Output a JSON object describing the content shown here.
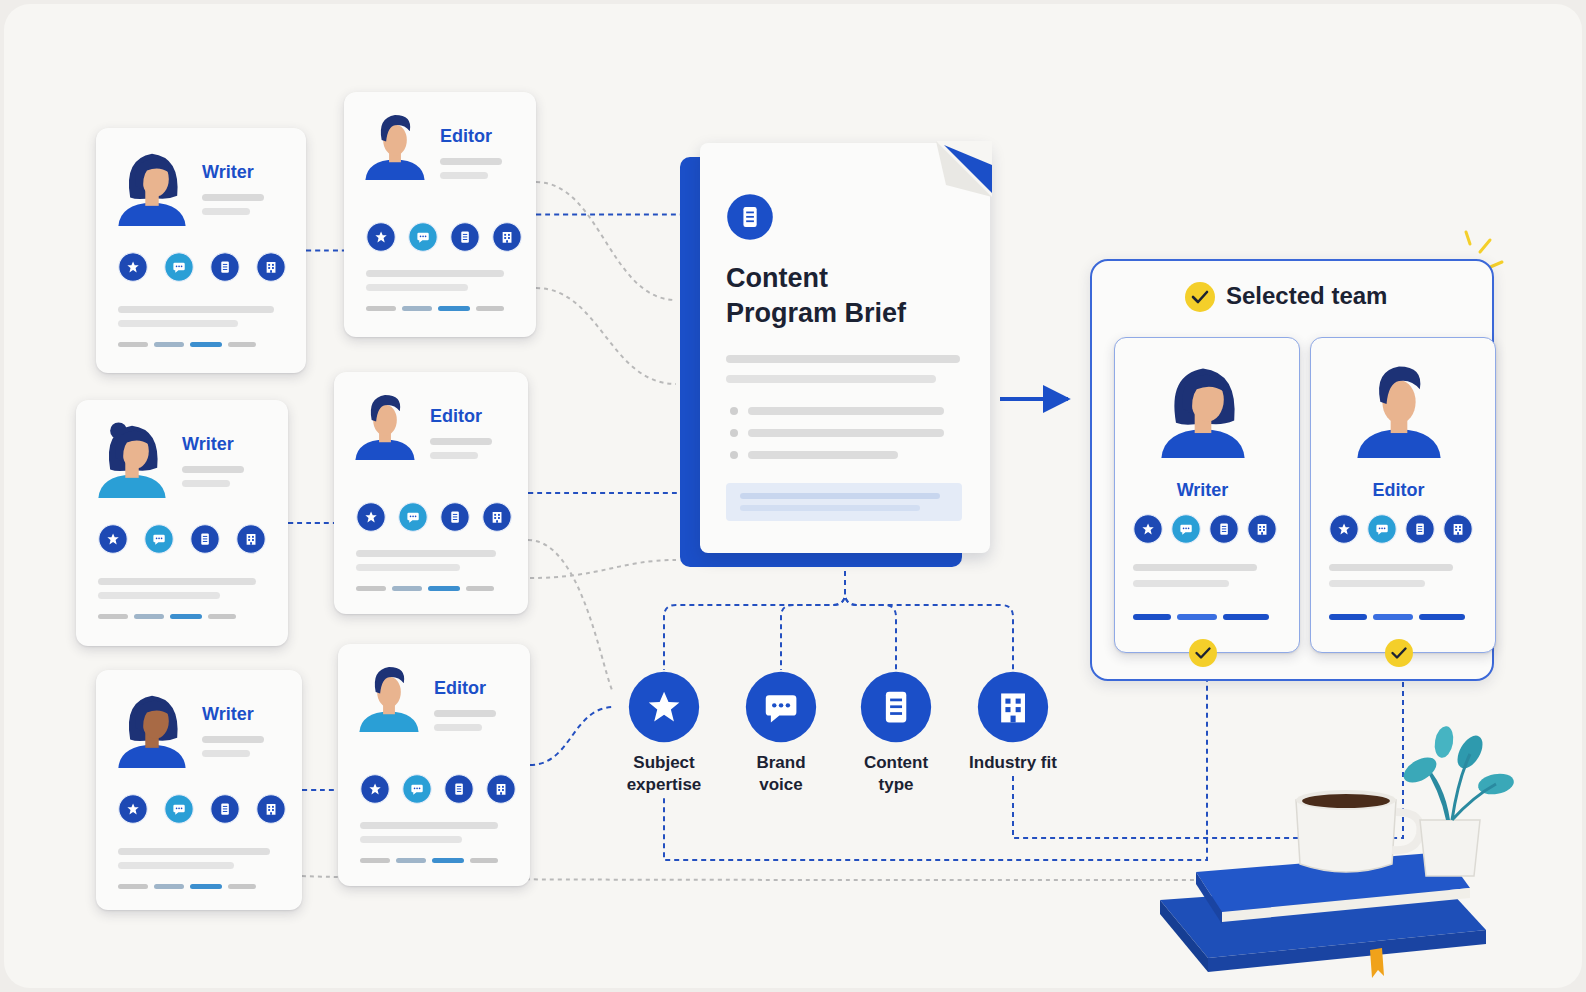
{
  "diagram": {
    "nodes": [
      {
        "text": [
          "Writer"
        ]
      },
      {
        "text": [
          "Editor"
        ]
      },
      {
        "text": [
          "Writer"
        ]
      },
      {
        "text": [
          "Editor"
        ]
      },
      {
        "text": [
          "Writer"
        ]
      },
      {
        "text": [
          "Editor"
        ]
      },
      {
        "text": [
          "Content Program Brief"
        ]
      },
      {
        "text": [
          "Subject expertise"
        ]
      },
      {
        "text": [
          "Brand voice"
        ]
      },
      {
        "text": [
          "Content type"
        ]
      },
      {
        "text": [
          "Industry fit"
        ]
      },
      {
        "text": [
          "Selected team"
        ]
      },
      {
        "text": [
          "Writer"
        ],
        "in": 11
      },
      {
        "text": [
          "Editor"
        ],
        "in": 11
      }
    ],
    "edges": [
      {
        "from": 0,
        "to": 1,
        "arrow": "none"
      },
      {
        "from": 2,
        "to": 3,
        "arrow": "none"
      },
      {
        "from": 4,
        "to": 5,
        "arrow": "none"
      },
      {
        "from": 1,
        "to": 6,
        "arrow": "none"
      },
      {
        "from": 3,
        "to": 6,
        "arrow": "none"
      },
      {
        "from": 5,
        "to": 7,
        "arrow": "none"
      },
      {
        "from": 6,
        "to": 7,
        "arrow": "none"
      },
      {
        "from": 6,
        "to": 8,
        "arrow": "none"
      },
      {
        "from": 6,
        "to": 9,
        "arrow": "none"
      },
      {
        "from": 6,
        "to": 10,
        "arrow": "none"
      },
      {
        "from": 6,
        "to": 11,
        "arrow": "to"
      },
      {
        "from": 7,
        "to": 12,
        "arrow": "none"
      },
      {
        "from": 10,
        "to": 13,
        "arrow": "none"
      }
    ]
  }
}
